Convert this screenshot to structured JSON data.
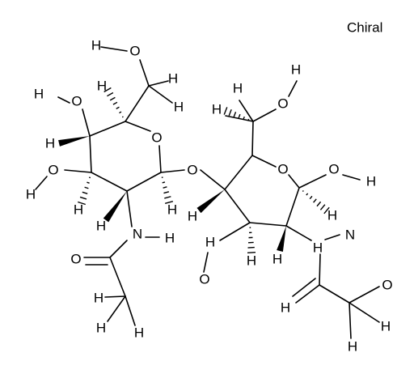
{
  "title": "Chiral",
  "molecule": {
    "atoms": [
      {
        "id": "H1",
        "label": "H"
      },
      {
        "id": "O1",
        "label": "O"
      },
      {
        "id": "H2",
        "label": "H"
      },
      {
        "id": "H3",
        "label": "H"
      },
      {
        "id": "H4",
        "label": "H"
      },
      {
        "id": "H5",
        "label": "H"
      },
      {
        "id": "O2",
        "label": "O"
      },
      {
        "id": "Oring1",
        "label": "O"
      },
      {
        "id": "H6",
        "label": "H"
      },
      {
        "id": "O3",
        "label": "O"
      },
      {
        "id": "H7",
        "label": "H"
      },
      {
        "id": "H8",
        "label": "H"
      },
      {
        "id": "H9",
        "label": "H"
      },
      {
        "id": "H10",
        "label": "H"
      },
      {
        "id": "N1",
        "label": "N"
      },
      {
        "id": "H11",
        "label": "H"
      },
      {
        "id": "O4",
        "label": "O"
      },
      {
        "id": "H12",
        "label": "H"
      },
      {
        "id": "H13",
        "label": "H"
      },
      {
        "id": "H14",
        "label": "H"
      },
      {
        "id": "Olink",
        "label": "O"
      },
      {
        "id": "H15",
        "label": "H"
      },
      {
        "id": "O5",
        "label": "O"
      },
      {
        "id": "H16",
        "label": "H"
      },
      {
        "id": "H17",
        "label": "H"
      },
      {
        "id": "Oring2",
        "label": "O"
      },
      {
        "id": "O6",
        "label": "O"
      },
      {
        "id": "H18",
        "label": "H"
      },
      {
        "id": "H19",
        "label": "H"
      },
      {
        "id": "H20",
        "label": "H"
      },
      {
        "id": "H21",
        "label": "H"
      },
      {
        "id": "O7",
        "label": "O"
      },
      {
        "id": "H22",
        "label": "H"
      },
      {
        "id": "H23",
        "label": "H"
      },
      {
        "id": "H24",
        "label": "H"
      },
      {
        "id": "N2",
        "label": "N"
      },
      {
        "id": "H25",
        "label": "H"
      },
      {
        "id": "O8",
        "label": "O"
      },
      {
        "id": "H26",
        "label": "H"
      },
      {
        "id": "H27",
        "label": "H"
      },
      {
        "id": "H28",
        "label": "H"
      }
    ]
  }
}
